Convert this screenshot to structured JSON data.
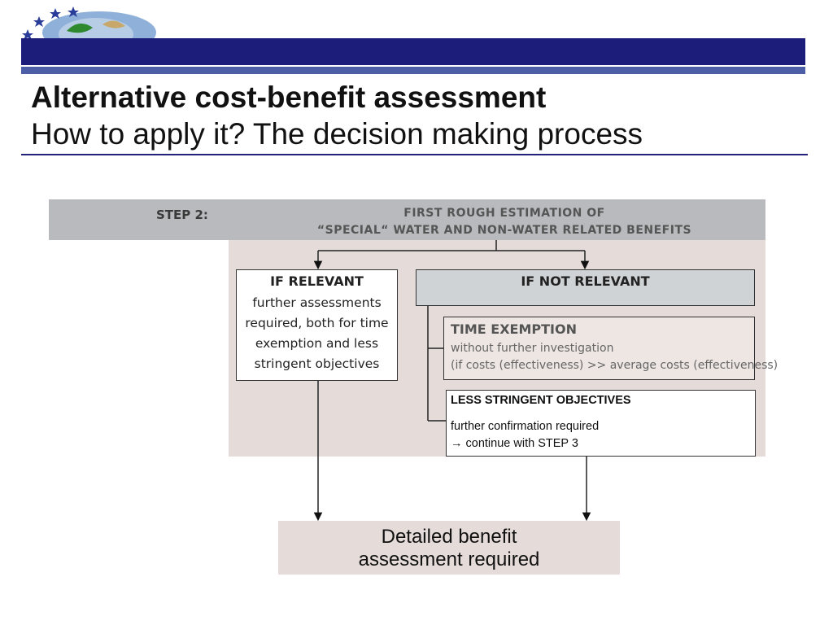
{
  "slide": {
    "title": "Alternative cost-benefit assessment",
    "subtitle": "How to apply it?  The decision making process"
  },
  "diagram": {
    "step_label": "STEP 2:",
    "step_title_line1": "FIRST ROUGH ESTIMATION OF",
    "step_title_line2": "“SPECIAL“ WATER AND NON-WATER RELATED BENEFITS",
    "if_relevant": {
      "heading": "IF RELEVANT",
      "line1": "further assessments",
      "line2": "required, both for time",
      "line3": "exemption and less",
      "line4": "stringent objectives"
    },
    "if_not_relevant": {
      "heading": "IF NOT RELEVANT"
    },
    "time_exemption": {
      "heading": "TIME EXEMPTION",
      "line1": "without further investigation",
      "line2": "(if costs (effectiveness) >> average costs (effectiveness)"
    },
    "less_stringent": {
      "heading": "LESS STRINGENT OBJECTIVES",
      "line1": "further confirmation required",
      "line2": " continue with STEP 3"
    },
    "detailed": {
      "line1": "Detailed benefit",
      "line2": "assessment required"
    }
  },
  "colors": {
    "header_navy": "#1c1c7a",
    "header_blue": "#4b5ea6",
    "step_band": "#b9babd",
    "pink_area": "#e5dcd9",
    "if_not_box": "#d0d3d6"
  },
  "icons": [
    "globe-stars-logo-icon",
    "arrow-right-icon"
  ]
}
